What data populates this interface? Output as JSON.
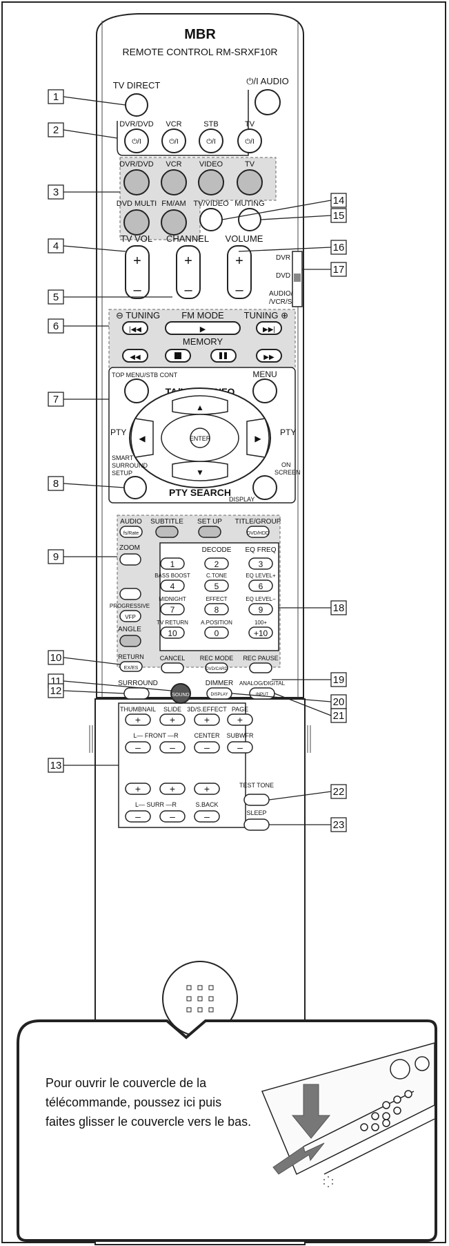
{
  "brand": "MBR",
  "model": "REMOTE CONTROL RM-SRXF10R",
  "callouts": [
    "1",
    "2",
    "3",
    "4",
    "5",
    "6",
    "7",
    "8",
    "9",
    "10",
    "11",
    "12",
    "13",
    "14",
    "15",
    "16",
    "17",
    "18",
    "19",
    "20",
    "21",
    "22",
    "23"
  ],
  "buttons": {
    "tv_direct": "TV DIRECT",
    "audio_power": "⏻/I AUDIO",
    "power_symbol": "⏻/I",
    "src_power": [
      "DVR/DVD",
      "VCR",
      "STB",
      "TV"
    ],
    "src_select": [
      "DVR/DVD",
      "VCR",
      "VIDEO",
      "TV"
    ],
    "dvd_multi": "DVD MULTI",
    "fm_am": "FM/AM",
    "tv_video": "TV/VIDEO",
    "muting": "MUTING",
    "tv_vol": "TV VOL",
    "channel": "CHANNEL",
    "volume": "VOLUME",
    "plus": "+",
    "minus": "–",
    "slider": [
      "DVR",
      "DVD",
      "AUDIO/TV",
      "/VCR/STB"
    ],
    "tuning_minus": "⊖ TUNING",
    "fm_mode": "FM MODE",
    "tuning_plus": "TUNING ⊕",
    "memory": "MEMORY",
    "top_menu": "TOP MENU/STB CONT",
    "menu": "MENU",
    "ta_news": "TA/NEWS/INFO",
    "pty_left": "PTY",
    "pty_right": "PTY",
    "enter": "ENTER",
    "pty_search": "PTY SEARCH",
    "smart_surround": [
      "SMART",
      "SURROUND",
      "SETUP"
    ],
    "on_screen": [
      "ON",
      "SCREEN"
    ],
    "display": "DISPLAY",
    "audio": "AUDIO",
    "fs_rate": "fs/Rate",
    "subtitle": "SUBTITLE",
    "set_up": "SET UP",
    "title_group": "TITLE/GROUP",
    "dvd_hdd": "DVD/HDD",
    "zoom": "ZOOM",
    "progressive": "PROGRESSIVE",
    "vfp": "VFP",
    "angle": "ANGLE",
    "return": "RETURN",
    "ex_es": "EX/ES",
    "keypad_top": [
      "DECODE",
      "EQ FREQ"
    ],
    "keypad_labels": [
      [
        "",
        "",
        ""
      ],
      [
        "BASS BOOST",
        "C.TONE",
        "EQ LEVEL+"
      ],
      [
        "MIDNIGHT",
        "EFFECT",
        "EQ LEVEL−"
      ],
      [
        "TV RETURN",
        "A.POSITION",
        "100+"
      ]
    ],
    "keypad_nums": [
      [
        "1",
        "2",
        "3"
      ],
      [
        "4",
        "5",
        "6"
      ],
      [
        "7",
        "8",
        "9"
      ],
      [
        "10",
        "0",
        "+10"
      ]
    ],
    "cancel": "CANCEL",
    "rec_mode": "REC MODE",
    "dvd_card": "DVD/CARD",
    "rec_pause": "REC PAUSE",
    "surround": "SURROUND",
    "sound": "SOUND",
    "dimmer": "DIMMER",
    "analog_digital": "ANALOG/DIGITAL",
    "input": "INPUT",
    "thumbnail": "THUMBNAIL",
    "slide": "SLIDE",
    "s_effect": "3D/S.EFFECT",
    "page": "PAGE",
    "front": "L— FRONT —R",
    "center": "CENTER",
    "subwfr": "SUBWFR",
    "test_tone": "TEST TONE",
    "surr": "L— SURR —R",
    "s_back": "S.BACK",
    "sleep": "SLEEP"
  },
  "caption": "Pour ouvrir le couvercle de la télécommande, poussez ici puis faites glisser le couvercle vers le bas."
}
